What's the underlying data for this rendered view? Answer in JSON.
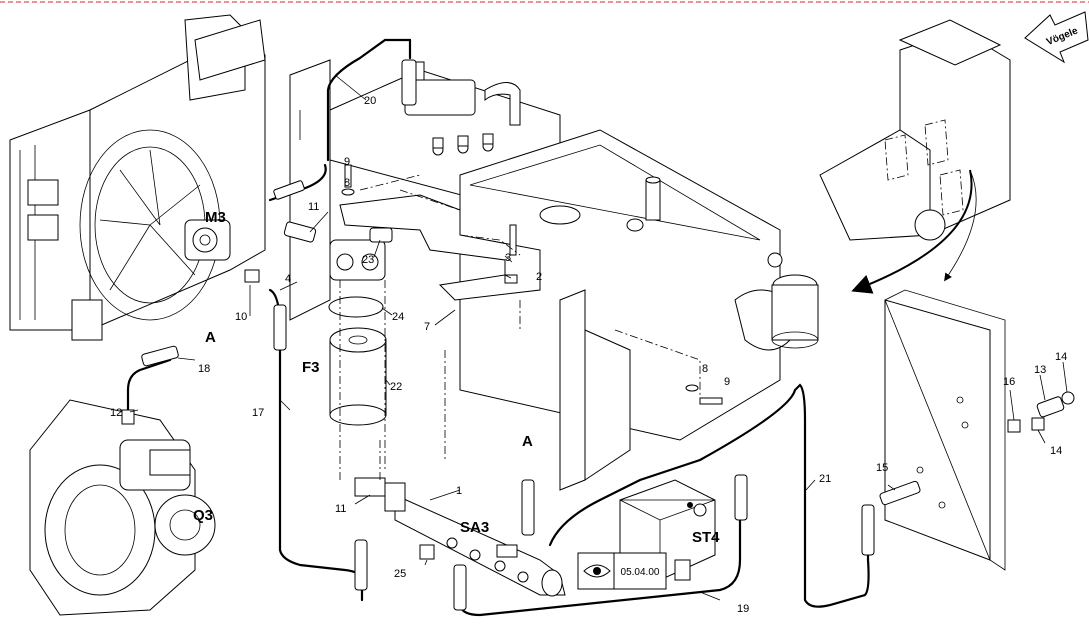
{
  "brand_badge": "Vögele",
  "reference_box": "05.04.00",
  "component_labels": {
    "radiator_pump": "M3",
    "filter": "F3",
    "pump": "Q3",
    "manifold": "SA3",
    "valve": "ST4",
    "connection_a_top": "A",
    "connection_a_bottom": "A"
  },
  "callouts": {
    "c1": "1",
    "c2": "2",
    "c3": "3",
    "c4": "4",
    "c7": "7",
    "c8a": "8",
    "c8b": "8",
    "c9a": "9",
    "c9b": "9",
    "c10": "10",
    "c11a": "11",
    "c11b": "11",
    "c12": "12",
    "c13": "13",
    "c14a": "14",
    "c14b": "14",
    "c15": "15",
    "c16": "16",
    "c17": "17",
    "c18": "18",
    "c19": "19",
    "c20": "20",
    "c21": "21",
    "c22": "22",
    "c23": "23",
    "c24": "24",
    "c25": "25"
  }
}
